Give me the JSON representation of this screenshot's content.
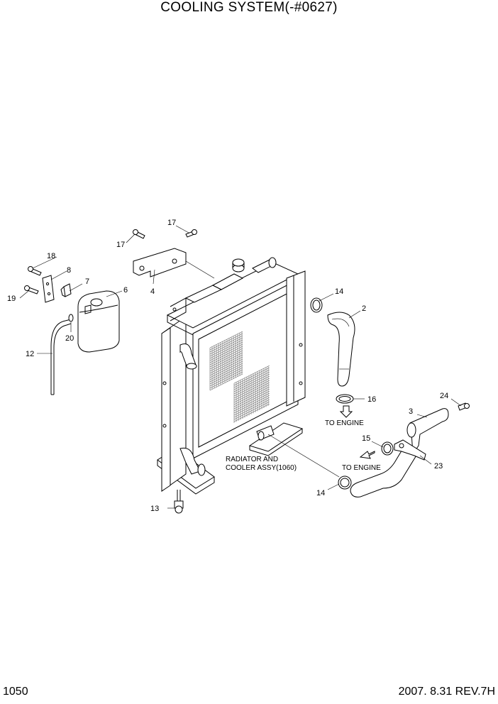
{
  "title": "COOLING SYSTEM(-#0627)",
  "footer": {
    "page_number": "1050",
    "date_rev": "2007.  8.31  REV.7H"
  },
  "callouts": {
    "c2": "2",
    "c3": "3",
    "c4": "4",
    "c6": "6",
    "c7": "7",
    "c8": "8",
    "c12": "12",
    "c13": "13",
    "c14a": "14",
    "c14b": "14",
    "c15": "15",
    "c16": "16",
    "c17a": "17",
    "c17b": "17",
    "c18": "18",
    "c19": "19",
    "c20": "20",
    "c23": "23",
    "c24": "24"
  },
  "notes": {
    "to_engine_1": "TO ENGINE",
    "to_engine_2": "TO ENGINE",
    "radiator_line1": "RADIATOR AND",
    "radiator_line2": "COOLER ASSY(1060)"
  }
}
